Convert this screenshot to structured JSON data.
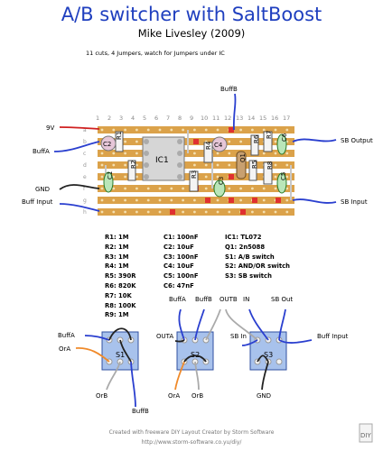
{
  "header": {
    "title": "A/B switcher with SaltBoost",
    "author": "Mike Livesley (2009)",
    "note": "11 cuts, 4 Jumpers, watch for Jumpers under IC"
  },
  "board": {
    "column_numbers": [
      "1",
      "2",
      "3",
      "4",
      "5",
      "6",
      "7",
      "8",
      "9",
      "10",
      "11",
      "12",
      "13",
      "14",
      "15",
      "16",
      "17"
    ],
    "row_letters": [
      "a",
      "b",
      "c",
      "d",
      "e",
      "f",
      "g",
      "h"
    ],
    "left_labels": [
      "9V",
      "BuffA",
      "GND",
      "Buff Input"
    ],
    "right_labels": [
      "SB Output",
      "SB Input"
    ],
    "top_label": "BuffB",
    "component_labels": [
      "C2",
      "R1",
      "R2",
      "IC1",
      "R3",
      "R4",
      "C4",
      "Q1",
      "R5",
      "R6",
      "R7",
      "R8",
      "C6",
      "C5",
      "C1",
      "C3"
    ]
  },
  "parts": {
    "resistors": [
      "R1: 1M",
      "R2: 1M",
      "R3: 1M",
      "R4: 1M",
      "R5: 390R",
      "R6: 820K",
      "R7: 10K",
      "R8: 100K",
      "R9: 1M"
    ],
    "capacitors": [
      "C1: 100nF",
      "C2: 10uF",
      "C3: 100nF",
      "C4: 10uF",
      "C5: 100nF",
      "C6: 47nF"
    ],
    "others": [
      "IC1: TL072",
      "Q1: 2n5088",
      "S1: A/B switch",
      "S2: AND/OR switch",
      "S3: SB switch"
    ]
  },
  "switches": {
    "s1": {
      "name": "S1",
      "labels": [
        "BuffA",
        "OrA",
        "OrB",
        "BuffB"
      ]
    },
    "s2": {
      "name": "S2",
      "labels": [
        "BuffA",
        "BuffB",
        "OUTA",
        "OrA",
        "OrB"
      ]
    },
    "s3": {
      "name": "S3",
      "labels": [
        "OUTB",
        "IN",
        "SB Out",
        "SB In",
        "Buff Input",
        "GND"
      ]
    }
  },
  "footer": {
    "line1": "Created with freeware DIY Layout Creator by Storm Software",
    "line2": "http://www.storm-software.co.yu/diy/"
  },
  "colors": {
    "title": "#1f3fbf",
    "strip": "#dba24a",
    "stripe_hole": "#f4e0b0",
    "wire_blue": "#2a3fcf",
    "wire_red": "#d02020",
    "wire_black": "#222222",
    "wire_orange": "#f08a2a",
    "wire_white": "#aaaaaa",
    "ic_body": "#d6d6d6",
    "cap_electro": "#e6c6d8",
    "cap_film": "#b9e6b9",
    "transistor": "#c8a070",
    "switch_body": "#a8c2ec"
  }
}
